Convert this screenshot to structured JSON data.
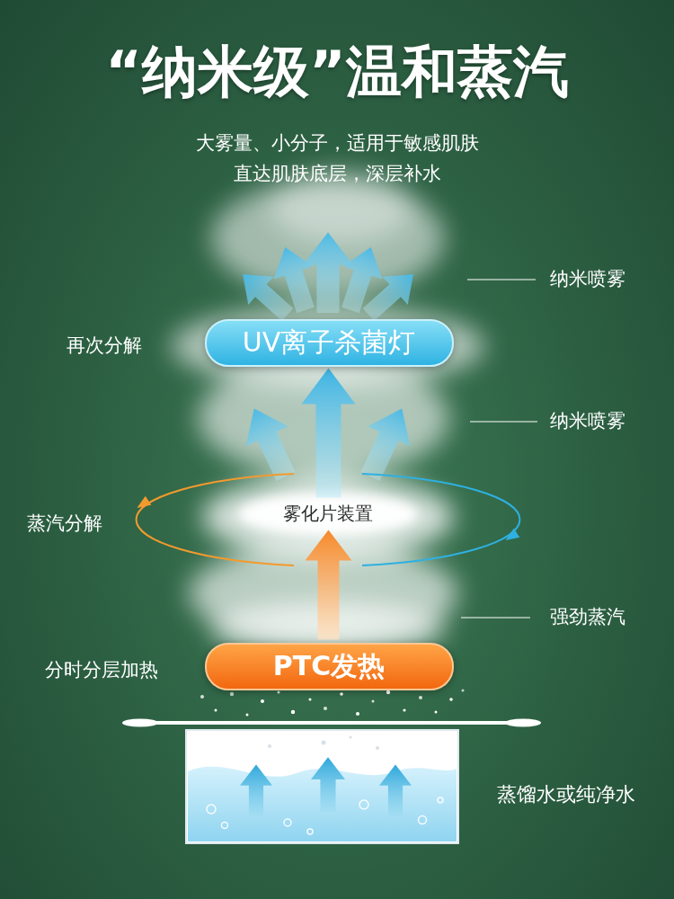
{
  "diagram": {
    "title": "“纳米级”温和蒸汽",
    "nodes": [
      {
        "text": [
          "UV离子杀菌灯"
        ]
      },
      {
        "text": [
          "雾化片装置"
        ]
      },
      {
        "text": [
          "PTC发热"
        ]
      }
    ],
    "edges": [
      {
        "from": 2,
        "to": 1,
        "arrow": "to"
      },
      {
        "from": 1,
        "to": 0,
        "arrow": "to"
      }
    ],
    "labels": [
      "大雾量、小分子，适用于敏感肌肤",
      "直达肌肤底层，深层补水",
      "纳米喷雾",
      "再次分解",
      "纳米喷雾",
      "蒸汽分解",
      "强劲蒸汽",
      "分时分层加热",
      "蒸馏水或纯净水"
    ]
  }
}
